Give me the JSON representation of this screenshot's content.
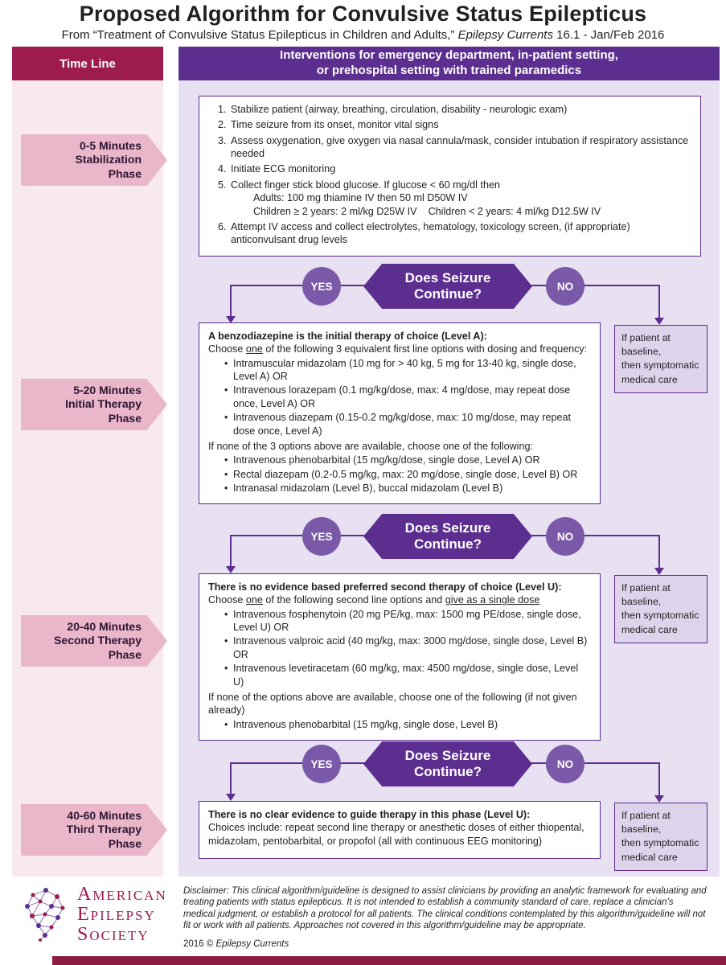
{
  "header": {
    "title": "Proposed Algorithm for Convulsive Status Epilepticus",
    "subtitle_pre": "From “Treatment of Convulsive Status Epilepticus in Children and Adults,” ",
    "subtitle_italic": "Epilepsy Currents",
    "subtitle_post": " 16.1 - Jan/Feb 2016"
  },
  "timeline": {
    "header": "Time Line",
    "phases": [
      "0-5 Minutes\nStabilization\nPhase",
      "5-20 Minutes\nInitial Therapy\nPhase",
      "20-40 Minutes\nSecond Therapy\nPhase",
      "40-60 Minutes\nThird Therapy\nPhase"
    ]
  },
  "interventions_header": "Interventions for emergency department, in-patient setting,\nor prehospital setting with trained paramedics",
  "decision": {
    "question": "Does Seizure\nContinue?",
    "yes": "YES",
    "no": "NO"
  },
  "baseline_note": "If patient at baseline,\nthen symptomatic\nmedical care",
  "box_stabilization": {
    "steps": [
      "Stabilize patient (airway, breathing, circulation, disability - neurologic exam)",
      "Time seizure from its onset, monitor vital signs",
      "Assess oxygenation, give oxygen via nasal cannula/mask, consider intubation if respiratory assistance needed",
      "Initiate ECG monitoring",
      "Collect finger stick blood glucose. If glucose < 60 mg/dl then\n        Adults: 100 mg thiamine IV then 50 ml D50W IV\n        Children ≥ 2 years: 2 ml/kg D25W IV    Children < 2 years: 4 ml/kg D12.5W IV",
      "Attempt IV access and collect electrolytes, hematology, toxicology screen, (if appropriate) anticonvulsant drug levels"
    ]
  },
  "box_initial": {
    "heading": "A benzodiazepine is the initial therapy of choice (Level A):",
    "intro_pre": "Choose ",
    "intro_u": "one",
    "intro_post": " of the following 3 equivalent first line options with dosing and frequency:",
    "options": [
      "Intramuscular midazolam (10 mg for > 40 kg, 5 mg for 13-40 kg, single dose, Level A) OR",
      "Intravenous lorazepam (0.1 mg/kg/dose, max: 4 mg/dose, may repeat dose once, Level A) OR",
      "Intravenous diazepam (0.15-0.2 mg/kg/dose, max: 10 mg/dose, may repeat dose once, Level A)"
    ],
    "alt_intro": "If none of the 3 options above are available, choose one of the following:",
    "alt_options": [
      "Intravenous phenobarbital (15 mg/kg/dose, single dose, Level A) OR",
      "Rectal diazepam (0.2-0.5 mg/kg, max: 20 mg/dose, single dose, Level B) OR",
      "Intranasal midazolam (Level B), buccal midazolam (Level B)"
    ]
  },
  "box_second": {
    "heading": "There is no evidence based preferred second therapy of choice (Level U):",
    "intro_pre": "Choose ",
    "intro_u1": "one",
    "intro_mid": " of the following second line options and ",
    "intro_u2": "give as a single dose",
    "options": [
      "Intravenous fosphenytoin (20 mg PE/kg, max: 1500 mg PE/dose, single dose, Level U) OR",
      "Intravenous valproic acid (40  mg/kg, max: 3000 mg/dose, single dose, Level B) OR",
      "Intravenous levetiracetam (60 mg/kg, max: 4500 mg/dose, single dose, Level U)"
    ],
    "alt_intro": "If none of the options above are available, choose one of the following (if not given already)",
    "alt_options": [
      "Intravenous phenobarbital (15 mg/kg, single dose, Level B)"
    ]
  },
  "box_third": {
    "heading": "There is no clear evidence to guide therapy in this phase (Level U):",
    "body": "Choices include: repeat second line therapy or anesthetic doses of either thiopental, midazolam, pentobarbital, or propofol (all with continuous EEG monitoring)"
  },
  "footer": {
    "logo_lines": [
      "American",
      "Epilepsy",
      "Society"
    ],
    "disclaimer": "Disclaimer: This clinical algorithm/guideline is designed to assist clinicians by providing an analytic framework for evaluating and treating patients with status epilepticus. It is not intended to establish a community standard of care, replace a clinician's medical judgment, or establish a protocol for all patients. The clinical conditions contemplated by this algorithm/guideline will not fit or work with all patients. Approaches not covered in this algorithm/guideline may be appropriate.",
    "copyright_pre": "2016 © ",
    "copyright_italic": "Epilepsy Currents"
  }
}
